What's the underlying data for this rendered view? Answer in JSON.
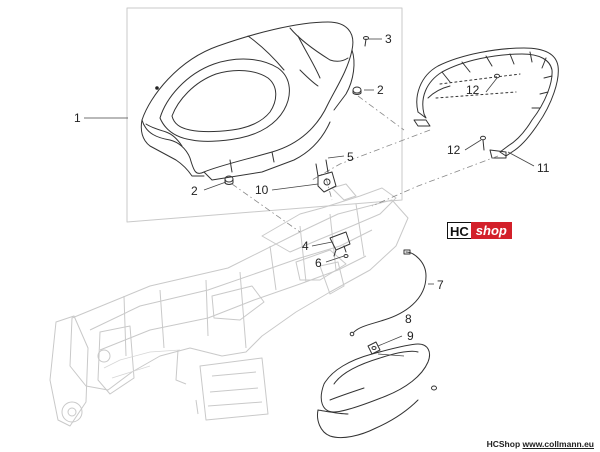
{
  "diagram": {
    "callouts": [
      {
        "id": "c1",
        "label": "1"
      },
      {
        "id": "c2a",
        "label": "2"
      },
      {
        "id": "c2b",
        "label": "2"
      },
      {
        "id": "c3",
        "label": "3"
      },
      {
        "id": "c4",
        "label": "4"
      },
      {
        "id": "c5",
        "label": "5"
      },
      {
        "id": "c6",
        "label": "6"
      },
      {
        "id": "c7",
        "label": "7"
      },
      {
        "id": "c8",
        "label": "8"
      },
      {
        "id": "c9",
        "label": "9"
      },
      {
        "id": "c10",
        "label": "10"
      },
      {
        "id": "c11",
        "label": "11"
      },
      {
        "id": "c12a",
        "label": "12"
      },
      {
        "id": "c12b",
        "label": "12"
      }
    ]
  },
  "logo": {
    "hc": "HC",
    "shop": "shop"
  },
  "footer": {
    "brand": "HCShop",
    "url": "www.collmann.eu"
  },
  "colors": {
    "logo_red": "#d3202a",
    "line": "#333333",
    "ghost": "#c9c9c9"
  }
}
